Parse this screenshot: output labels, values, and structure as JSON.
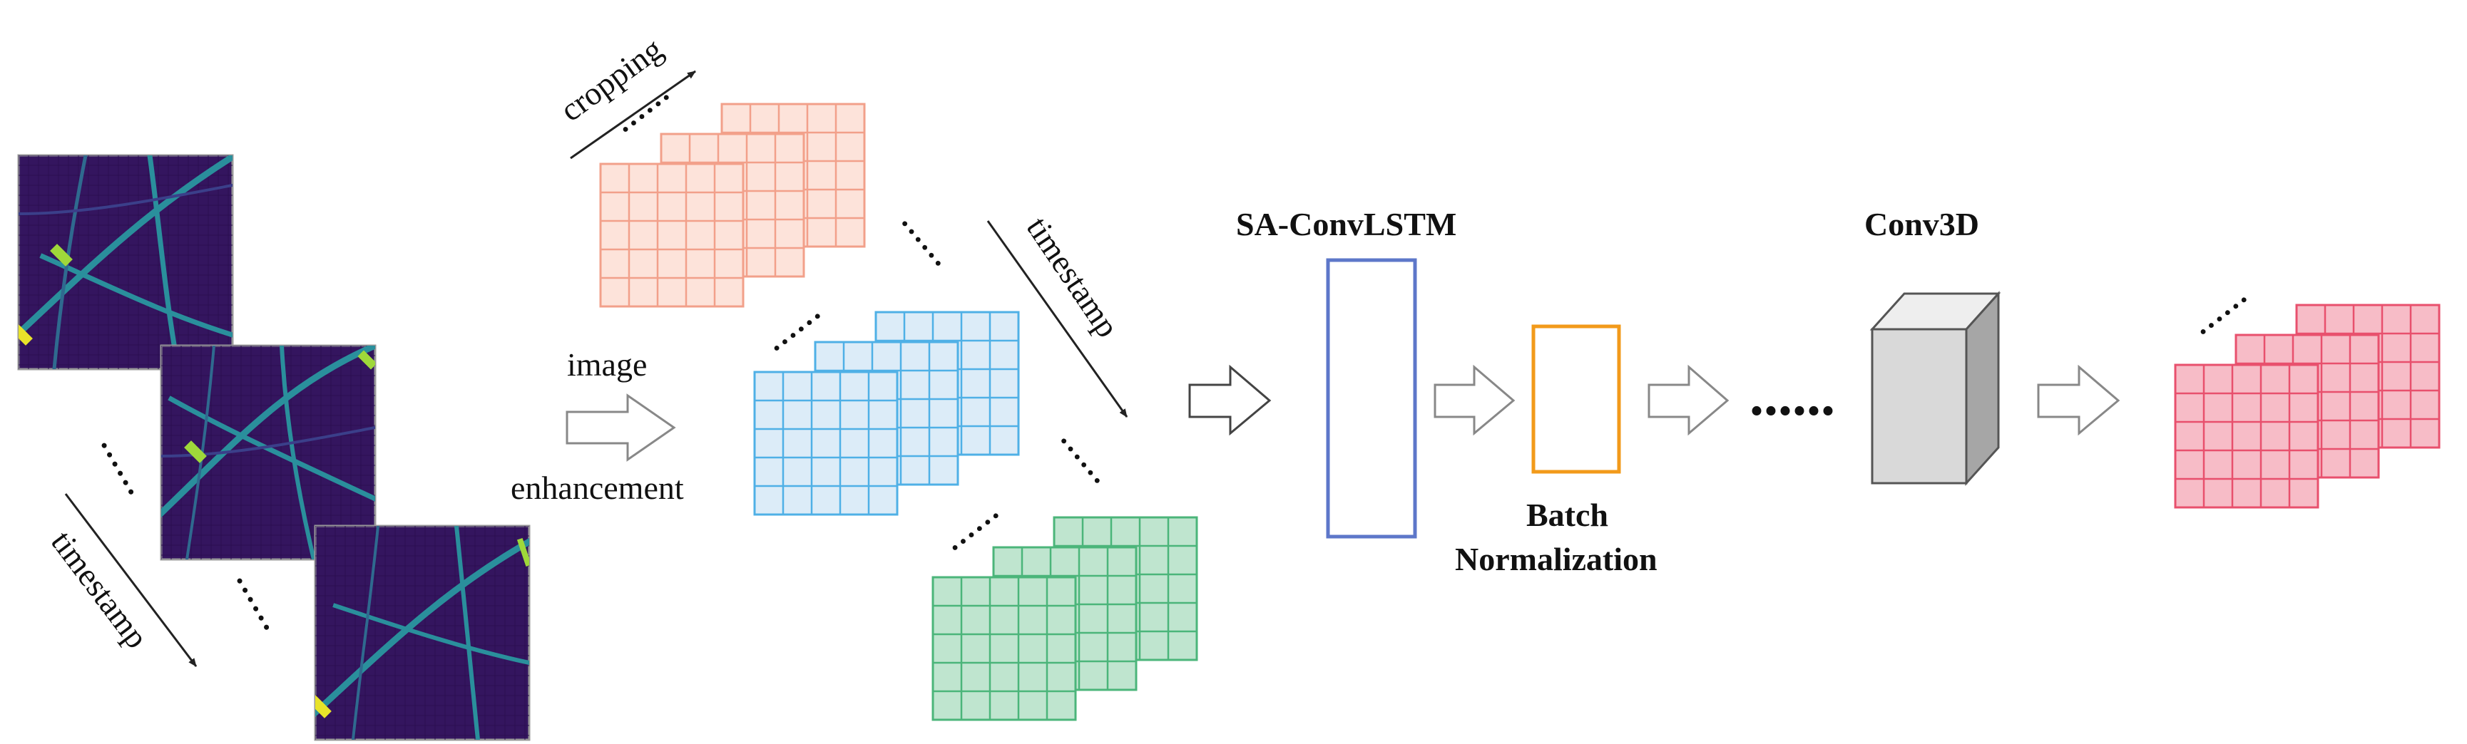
{
  "labels": {
    "cropping": "cropping",
    "timestamp_left": "timestamp",
    "timestamp_mid": "timestamp",
    "image": "image",
    "enhancement": "enhancement",
    "sa_convlstm": "SA-ConvLSTM",
    "conv3d": "Conv3D",
    "batch": "Batch",
    "normalization": "Normalization"
  },
  "colors": {
    "heatmap_bg": "#34155f",
    "heatmap_line": "#2a8f9c",
    "heatmap_bright": "#9fd83a",
    "salmon_fill": "#fde3da",
    "salmon_stroke": "#f2a08a",
    "blue_fill": "#dcecf8",
    "blue_stroke": "#4fb0e6",
    "green_fill": "#bfe5cf",
    "green_stroke": "#4bb57a",
    "red_fill": "#f7bcc7",
    "red_stroke": "#e8506d",
    "lstm_stroke": "#5d77c9",
    "bn_stroke": "#f29a1a",
    "cube_front": "#d9d9d9",
    "cube_side": "#a6a6a6",
    "cube_top": "#eeeeee"
  }
}
